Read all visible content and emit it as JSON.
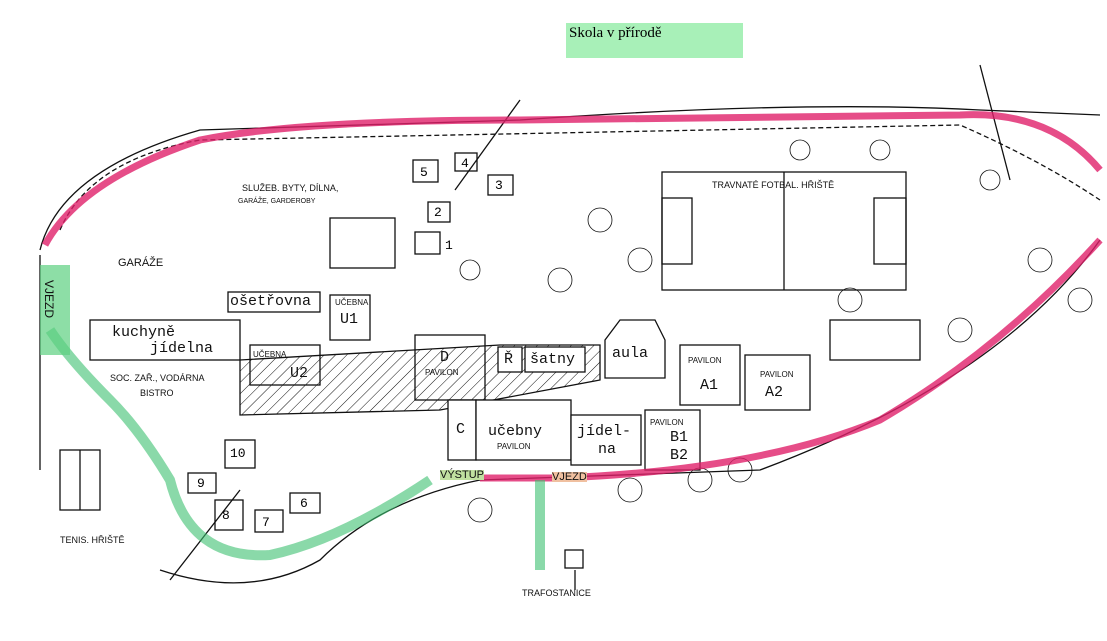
{
  "title": "Skola v přírodě",
  "labels": {
    "garaze": "GARÁŽE",
    "vjezd_left": "VJEZD",
    "vjezd_bottom": "VJEZD",
    "vystup": "VÝSTUP",
    "sluzeb": "SLUŽEB. BYTY, DÍLNA,",
    "garaze2": "GARÁŽE, GARDEROBY",
    "osetrovna": "ošetřovna",
    "ucebna_u1_a": "UČEBNA",
    "ucebna_u1_b": "U1",
    "ucebna_u2_a": "UČEBNA",
    "ucebna_u2_b": "U2",
    "kuchyne": "kuchyně",
    "jidelna": "jídelna",
    "soc": "SOC. ZAŘ., VODÁRNA",
    "bistro": "BISTRO",
    "d": "D",
    "d_pav": "PAVILON",
    "r": "Ř",
    "satny": "šatny",
    "aula": "aula",
    "a1_pav": "PAVILON",
    "a1": "A1",
    "a2_pav": "PAVILON",
    "a2": "A2",
    "c": "C",
    "ucebny": "učebny",
    "ucebny_pav": "PAVILON",
    "jidel": "jídel-",
    "na": "na",
    "b_pav": "PAVILON",
    "b1": "B1",
    "b2": "B2",
    "fotbal": "TRAVNATÉ FOTBAL. HŘIŠTĚ",
    "tenis": "TENIS. HŘIŠTĚ",
    "trafo": "TRAFOSTANICE"
  },
  "buildings": [
    "1",
    "2",
    "3",
    "4",
    "5",
    "6",
    "7",
    "8",
    "9",
    "10"
  ],
  "colors": {
    "red_route": "#e0206a",
    "green_route": "#3cc070",
    "title_bg": "#a8f0b8"
  }
}
